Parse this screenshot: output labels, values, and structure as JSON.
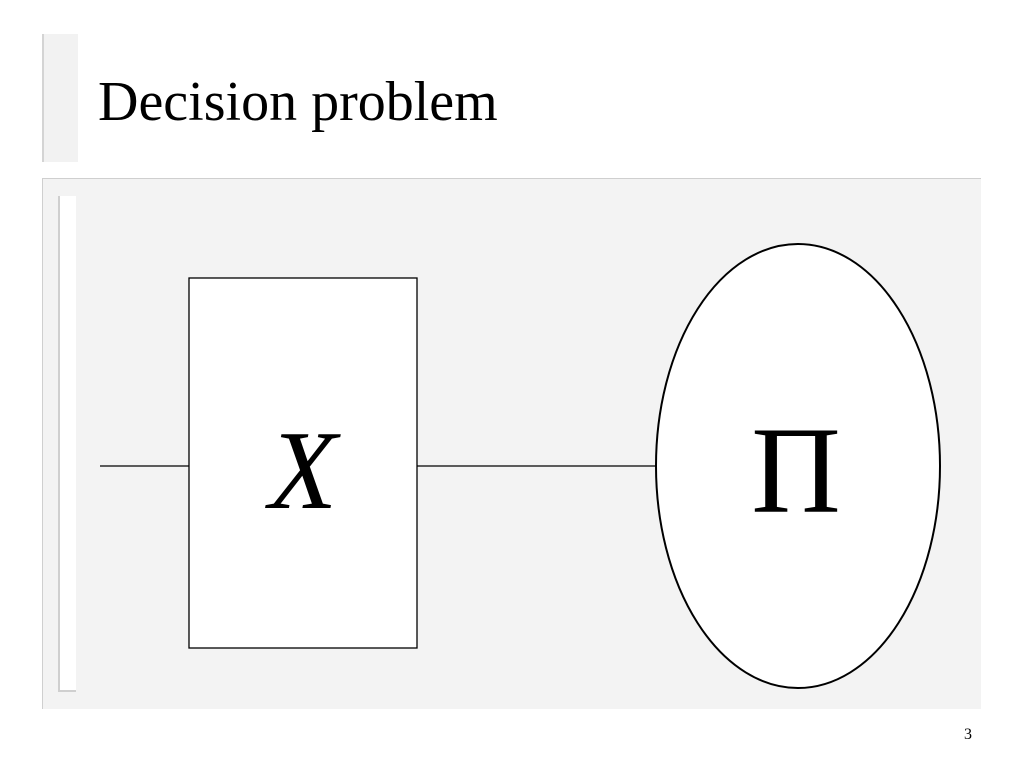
{
  "slide": {
    "title": "Decision problem",
    "page_number": "3"
  },
  "diagram": {
    "box_symbol": "X",
    "ellipse_symbol": "Π"
  },
  "colors": {
    "panel_background": "#f3f3f3",
    "stroke": "#000000",
    "shape_fill": "#ffffff"
  }
}
